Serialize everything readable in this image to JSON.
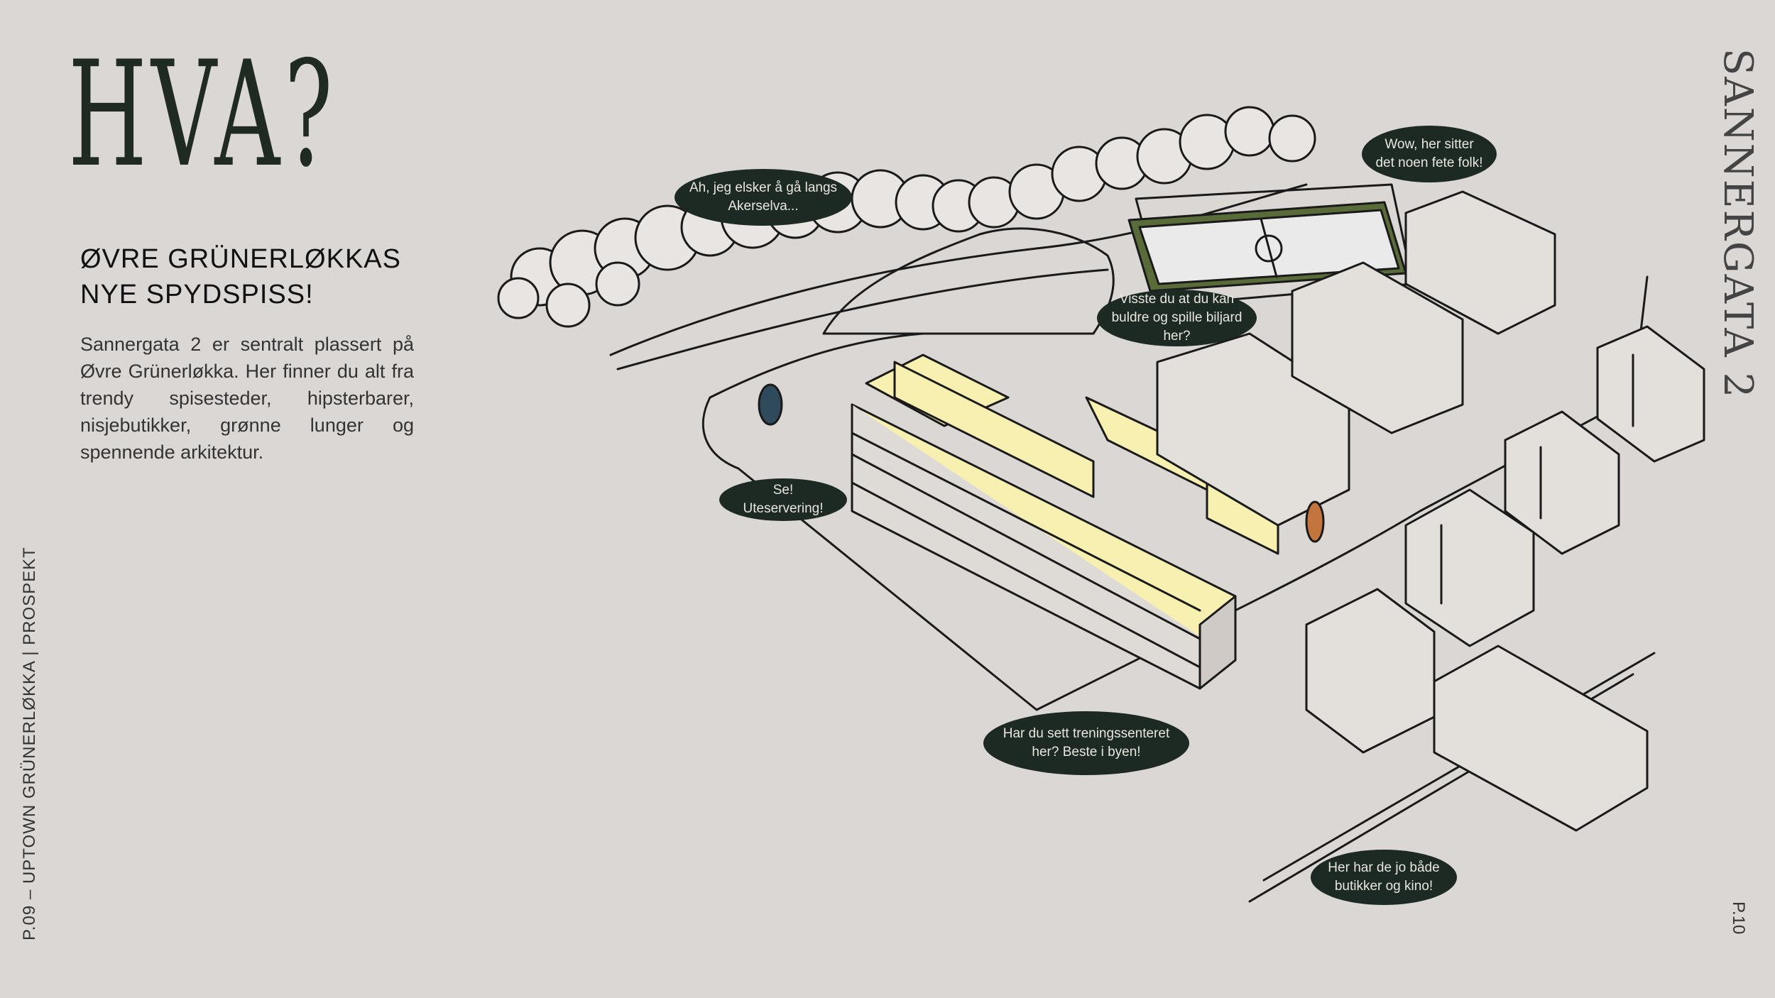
{
  "heading": {
    "title": "HVA?",
    "subtitle_line1": "ØVRE GRÜNERLØKKAS",
    "subtitle_line2": "NYE SPYDSPISS!",
    "body": "Sannergata 2 er sentralt plassert på Øvre Grünerløkka. Her finner du alt fra trendy spisesteder, hipsterbarer, nisjebutikker, grønne lunger og spennende arkitektur."
  },
  "sidebar": {
    "left_footer": "P.09 – UPTOWN GRÜNERLØKKA | PROSPEKT",
    "right_title": "SANNERGATA 2",
    "right_page": "P.10"
  },
  "bubbles": [
    {
      "text": "Ah, jeg elsker å gå langs Akerselva..."
    },
    {
      "text": "Wow, her sitter det noen fete folk!"
    },
    {
      "text": "Visste du at du kan buldre og spille biljard her?"
    },
    {
      "text": "Se! Uteservering!"
    },
    {
      "text": "Har du sett treningssenteret her? Beste i byen!"
    },
    {
      "text": "Her har de jo både butikker og kino!"
    }
  ],
  "colors": {
    "background": "#dbd7d4",
    "bubble": "#1d2a23",
    "roof_highlight": "#f7f0b0",
    "field_green": "#5a6b3a",
    "sculpture_blue": "#2f4a5a",
    "sculpture_orange": "#c2753c"
  }
}
